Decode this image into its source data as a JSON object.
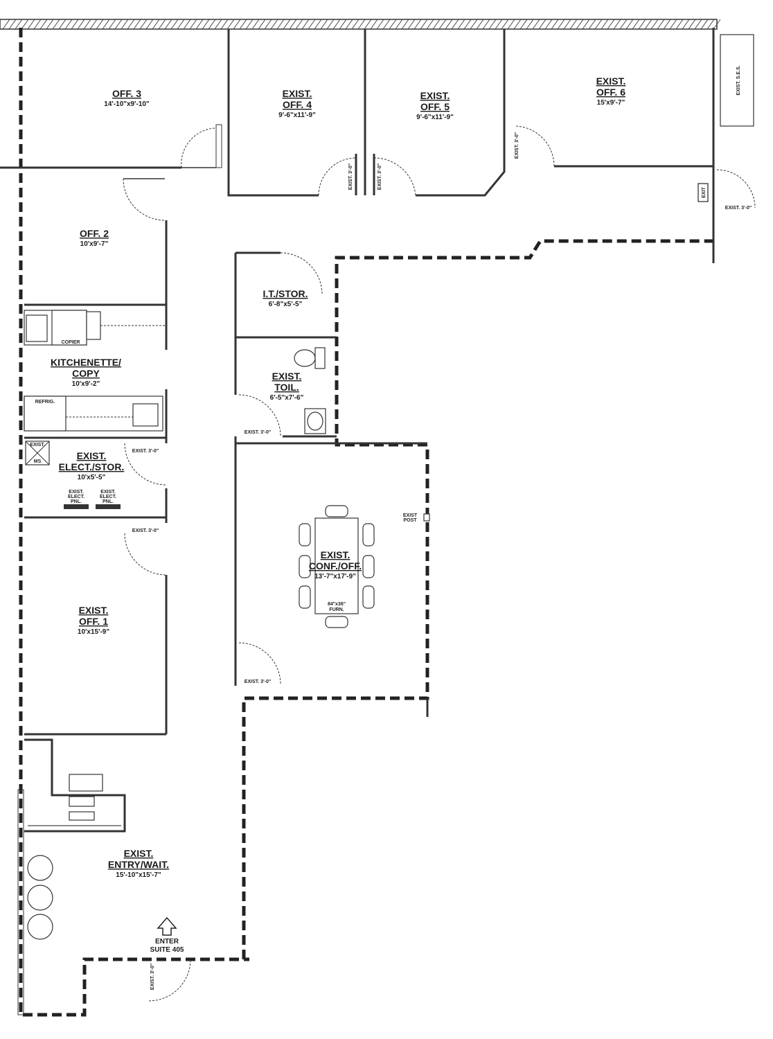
{
  "plan": {
    "rooms": [
      {
        "id": "off3",
        "name": "OFF. 3",
        "dims": "14'-10\"x9'-10\""
      },
      {
        "id": "off4",
        "name": "EXIST.|OFF. 4",
        "dims": "9'-6\"x11'-9\""
      },
      {
        "id": "off5",
        "name": "EXIST.|OFF. 5",
        "dims": "9'-6\"x11'-9\""
      },
      {
        "id": "off6",
        "name": "EXIST.|OFF. 6",
        "dims": "15'x9'-7\""
      },
      {
        "id": "off2",
        "name": "OFF. 2",
        "dims": "10'x9'-7\""
      },
      {
        "id": "itstor",
        "name": "I.T./STOR.",
        "dims": "6'-8\"x5'-5\""
      },
      {
        "id": "kitchen",
        "name": "KITCHENETTE/|COPY",
        "dims": "10'x9'-2\""
      },
      {
        "id": "toil",
        "name": "EXIST.|TOIL.",
        "dims": "6'-5\"x7'-6\""
      },
      {
        "id": "elect",
        "name": "EXIST.|ELECT./STOR.",
        "dims": "10'x5'-5\""
      },
      {
        "id": "conf",
        "name": "EXIST.|CONF./OFF.",
        "dims": "13'-7\"x17'-9\""
      },
      {
        "id": "off1",
        "name": "EXIST.|OFF. 1",
        "dims": "10'x15'-9\""
      },
      {
        "id": "entry",
        "name": "EXIST.|ENTRY/WAIT.",
        "dims": "15'-10\"x15'-7\""
      }
    ],
    "labels": {
      "ses": "EXIST. S.E.S.",
      "exit": "EXIT",
      "door": "EXIST. 3'-0\"",
      "copier": "COPIER",
      "refrig": "REFRIG.",
      "ms1": "EXIST.",
      "ms2": "MS",
      "pnl1": "EXIST.|ELECT.|PNL.",
      "post": "EXIST|POST",
      "furn": "84\"x36\"|FURN.",
      "enter1": "ENTER",
      "enter2": "SUITE 405"
    }
  }
}
